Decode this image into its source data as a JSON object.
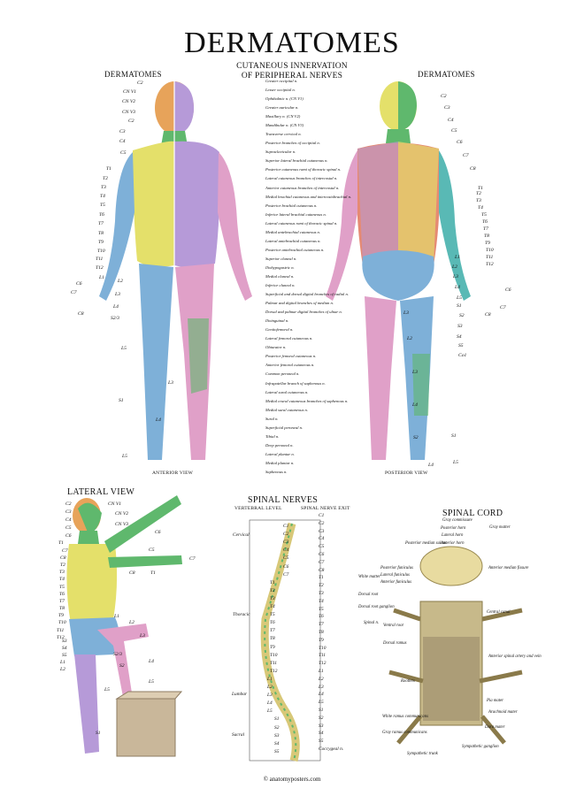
{
  "title": "DERMATOMES",
  "subtitle": {
    "line1": "CUTANEOUS INNERVATION",
    "line2": "OF PERIPHERAL NERVES"
  },
  "left_header": "DERMATOMES",
  "right_header": "DERMATOMES",
  "anterior_caption": "ANTERIOR VIEW",
  "posterior_caption": "POSTERIOR VIEW",
  "lateral_title": "LATERAL VIEW",
  "spinal_nerves_title": "SPINAL NERVES",
  "vertebral_level": "VERTEBRAL LEVEL",
  "nerve_exit": "SPINAL NERVE EXIT",
  "spinal_cord_title": "SPINAL CORD",
  "footer": "© anatomyposters.com",
  "anterior_labels": [
    "C2",
    "CN V1",
    "CN V2",
    "CN V3",
    "C2",
    "C3",
    "C4",
    "C5",
    "T1",
    "T2",
    "T3",
    "T4",
    "T5",
    "T6",
    "T7",
    "T8",
    "T9",
    "T10",
    "T11",
    "T12",
    "L1",
    "C6",
    "C7",
    "C8",
    "L2",
    "L3",
    "L4",
    "S2/3",
    "L5",
    "L3",
    "S1",
    "L4",
    "L5"
  ],
  "posterior_labels": [
    "C2",
    "C3",
    "C4",
    "C5",
    "C6",
    "C7",
    "C8",
    "T1",
    "T2",
    "T3",
    "T4",
    "T5",
    "T6",
    "T7",
    "T8",
    "T9",
    "T10",
    "T11",
    "T12",
    "L1",
    "L2",
    "L3",
    "C6",
    "C7",
    "C8",
    "L4",
    "L5",
    "S1",
    "S2",
    "S3",
    "S4",
    "S5",
    "Co1",
    "L3",
    "L2",
    "L3",
    "L4",
    "S2",
    "S1",
    "L5",
    "L4"
  ],
  "nerve_labels": [
    "Greater occipital n.",
    "Lesser occipital n.",
    "Ophthalmic n. (CN V1)",
    "Greater auricular n.",
    "Maxillary n. (CN V2)",
    "Mandibular n. (CN V3)",
    "Transverse cervical n.",
    "Posterior branches of occipital n.",
    "Supraclavicular n.",
    "Superior lateral brachial cutaneous n.",
    "Posterior cutaneous rami of thoracic spinal n.",
    "Lateral cutaneous branches of intercostal n.",
    "Anterior cutaneous branches of intercostal n.",
    "Medial brachial cutaneous and intercostobrachial n.",
    "Posterior brachial cutaneous n.",
    "Inferior lateral brachial cutaneous n.",
    "Lateral cutaneous rami of thoracic spinal n.",
    "Medial antebrachial cutaneous n.",
    "Lateral antebrachial cutaneous n.",
    "Posterior antebrachial cutaneous n.",
    "Superior cluneal n.",
    "Iliohypogastric n.",
    "Medial cluneal n.",
    "Inferior cluneal n.",
    "Superficial and dorsal digital branches of radial n.",
    "Palmar and digital branches of median n.",
    "Dorsal and palmar digital branches of ulnar n.",
    "Ilioinguinal n.",
    "Genitofemoral n.",
    "Lateral femoral cutaneous n.",
    "Obturator n.",
    "Posterior femoral cutaneous n.",
    "Anterior femoral cutaneous n.",
    "Common peroneal n.",
    "Infrapatellar branch of saphenous n.",
    "Lateral sural cutaneous n.",
    "Medial crural cutaneous branches of saphenous n.",
    "Medial sural cutaneous n.",
    "Sural n.",
    "Superficial peroneal n.",
    "Tibial n.",
    "Deep peroneal n.",
    "Lateral plantar n.",
    "Medial plantar n.",
    "Saphenous n."
  ],
  "lateral_labels": [
    "C2",
    "CN V1",
    "C3",
    "CN V2",
    "C4",
    "CN V3",
    "C5",
    "C6",
    "T1",
    "C7",
    "C8",
    "T2",
    "T3",
    "T4",
    "T5",
    "T6",
    "T7",
    "T8",
    "T9",
    "T10",
    "T11",
    "T12",
    "L1",
    "L2",
    "S3",
    "S4",
    "S5",
    "L1",
    "L2",
    "S2/3",
    "L3",
    "S2",
    "L4",
    "L5",
    "L5",
    "S1"
  ],
  "lateral_arm_labels": [
    "C5",
    "C6",
    "C7",
    "C8",
    "T1"
  ],
  "spinal_regions": [
    "Cervical",
    "Thoracic",
    "Lumbar",
    "Sacral"
  ],
  "vertebra_labels": [
    "C1",
    "C2",
    "C3",
    "C4",
    "C5",
    "C6",
    "C7",
    "T1",
    "T2",
    "T3",
    "T4",
    "T5",
    "T6",
    "T7",
    "T8",
    "T9",
    "T10",
    "T11",
    "T12",
    "L1",
    "L2",
    "L3",
    "L4",
    "L5",
    "S1",
    "S2",
    "S3",
    "S4",
    "S5"
  ],
  "nerve_exit_labels": [
    "C1",
    "C2",
    "C3",
    "C4",
    "C5",
    "C6",
    "C7",
    "C8",
    "T1",
    "T2",
    "T3",
    "T4",
    "T5",
    "T6",
    "T7",
    "T8",
    "T9",
    "T10",
    "T11",
    "T12",
    "L1",
    "L2",
    "L3",
    "L4",
    "L5",
    "S1",
    "S2",
    "S3",
    "S4",
    "S5",
    "Coccygeal n."
  ],
  "cord_labels": [
    "Gray commissure",
    "Posterior horn",
    "Lateral horn",
    "Anterior horn",
    "Gray matter",
    "Posterior median sulcus",
    "Posterior funiculus",
    "Lateral funiculus",
    "Anterior funiculus",
    "White matter",
    "Anterior median fissure",
    "Dorsal root",
    "Dorsal root ganglion",
    "Spinal n.",
    "Ventral root",
    "Central canal",
    "Dorsal ramus",
    "Anterior spinal artery and vein",
    "Rootlets",
    "Pia mater",
    "Arachnoid mater",
    "White ramus communicans",
    "Gray ramus communicans",
    "Dura mater",
    "Sympathetic ganglion",
    "Sympathetic trunk"
  ],
  "colors": {
    "yellow": "#e4e06a",
    "green": "#5fb86d",
    "blue": "#7eb0d8",
    "pink": "#e0a0c8",
    "purple": "#b69ad8",
    "orange": "#e7a35a",
    "teal": "#59b9b5",
    "salmon": "#e58a73",
    "skin": "#e9c9a2"
  }
}
